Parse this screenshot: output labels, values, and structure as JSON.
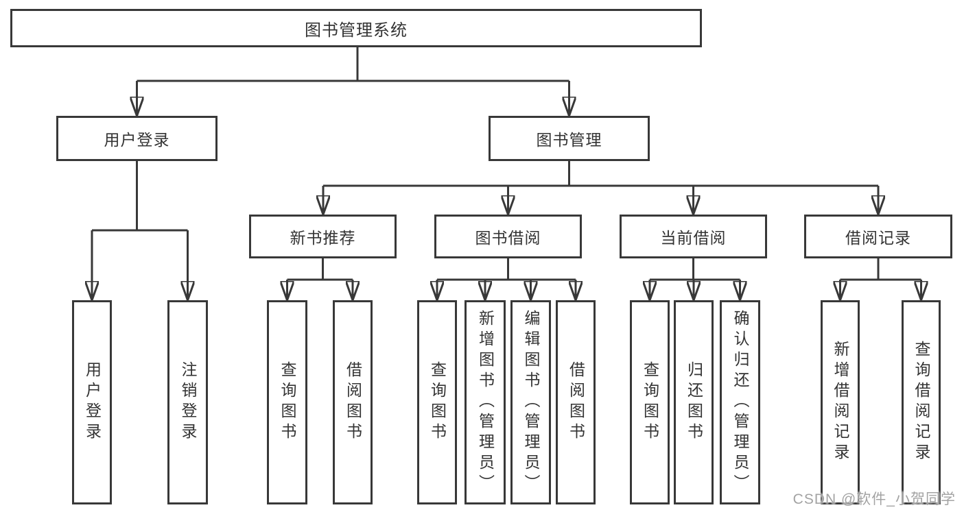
{
  "tree": {
    "root": {
      "label": "图书管理系统"
    },
    "branches": [
      {
        "label": "用户登录",
        "children": [
          {
            "label": "用户登录"
          },
          {
            "label": "注销登录"
          }
        ]
      },
      {
        "label": "图书管理",
        "sections": [
          {
            "label": "新书推荐",
            "children": [
              {
                "label": "查询图书"
              },
              {
                "label": "借阅图书"
              }
            ]
          },
          {
            "label": "图书借阅",
            "children": [
              {
                "label": "查询图书"
              },
              {
                "label": "新增图书（管理员）"
              },
              {
                "label": "编辑图书（管理员）"
              },
              {
                "label": "借阅图书"
              }
            ]
          },
          {
            "label": "当前借阅",
            "children": [
              {
                "label": "查询图书"
              },
              {
                "label": "归还图书"
              },
              {
                "label": "确认归还（管理员）"
              }
            ]
          },
          {
            "label": "借阅记录",
            "children": [
              {
                "label": "新增借阅记录"
              },
              {
                "label": "查询借阅记录"
              }
            ]
          }
        ]
      }
    ]
  },
  "watermark": "CSDN @软件_小贺同学",
  "colors": {
    "line": "#383838",
    "text": "#333333",
    "background": "#ffffff",
    "watermark": "#a3a3a3"
  }
}
